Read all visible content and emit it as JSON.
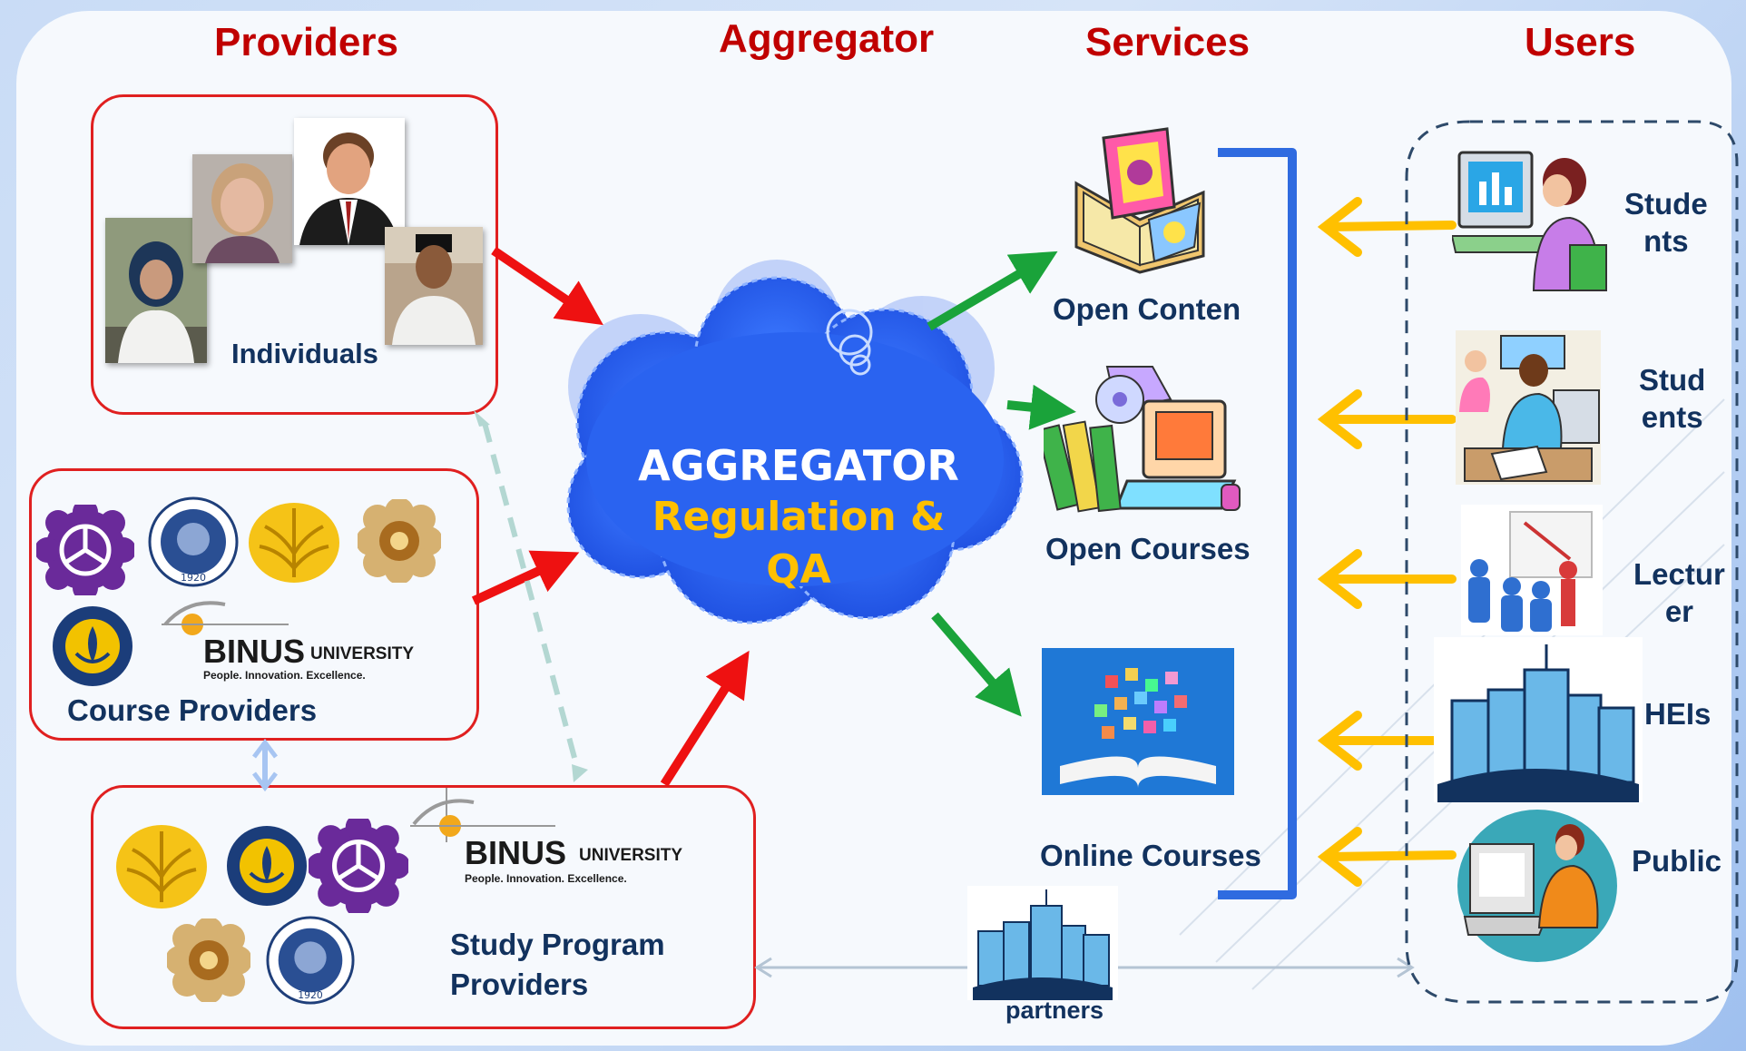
{
  "headings": {
    "providers": "Providers",
    "aggregator": "Aggregator",
    "services": "Services",
    "users": "Users"
  },
  "providers": {
    "individuals": "Individuals",
    "course_providers": "Course Providers",
    "study_program_line1": "Study Program",
    "study_program_line2": "Providers"
  },
  "binus": {
    "brand": "BINUS",
    "university": "UNIVERSITY",
    "tagline": "People. Innovation. Excellence."
  },
  "aggregator_cloud": {
    "line1": "AGGREGATOR",
    "line2": "Regulation &",
    "line3": "QA"
  },
  "services": {
    "open_content": "Open Conten",
    "open_courses": "Open Courses",
    "online_courses": "Online Courses"
  },
  "users": {
    "students1_a": "Stude",
    "students1_b": "nts",
    "students2_a": "Stud",
    "students2_b": "ents",
    "lecturer_a": "Lectur",
    "lecturer_b": "er",
    "heis": "HEIs",
    "public": "Public"
  },
  "partners": "partners",
  "logos": {
    "itb_year": "1920"
  },
  "colors": {
    "heading_red": "#c00000",
    "label_navy": "#12325e",
    "box_red": "#e02020",
    "arrow_red": "#ee1111",
    "arrow_green": "#1aa33a",
    "arrow_yellow": "#ffc000",
    "bracket_blue": "#2f6be0",
    "cloud_blue": "#2a63f0",
    "cloud_gold": "#ffc000"
  }
}
